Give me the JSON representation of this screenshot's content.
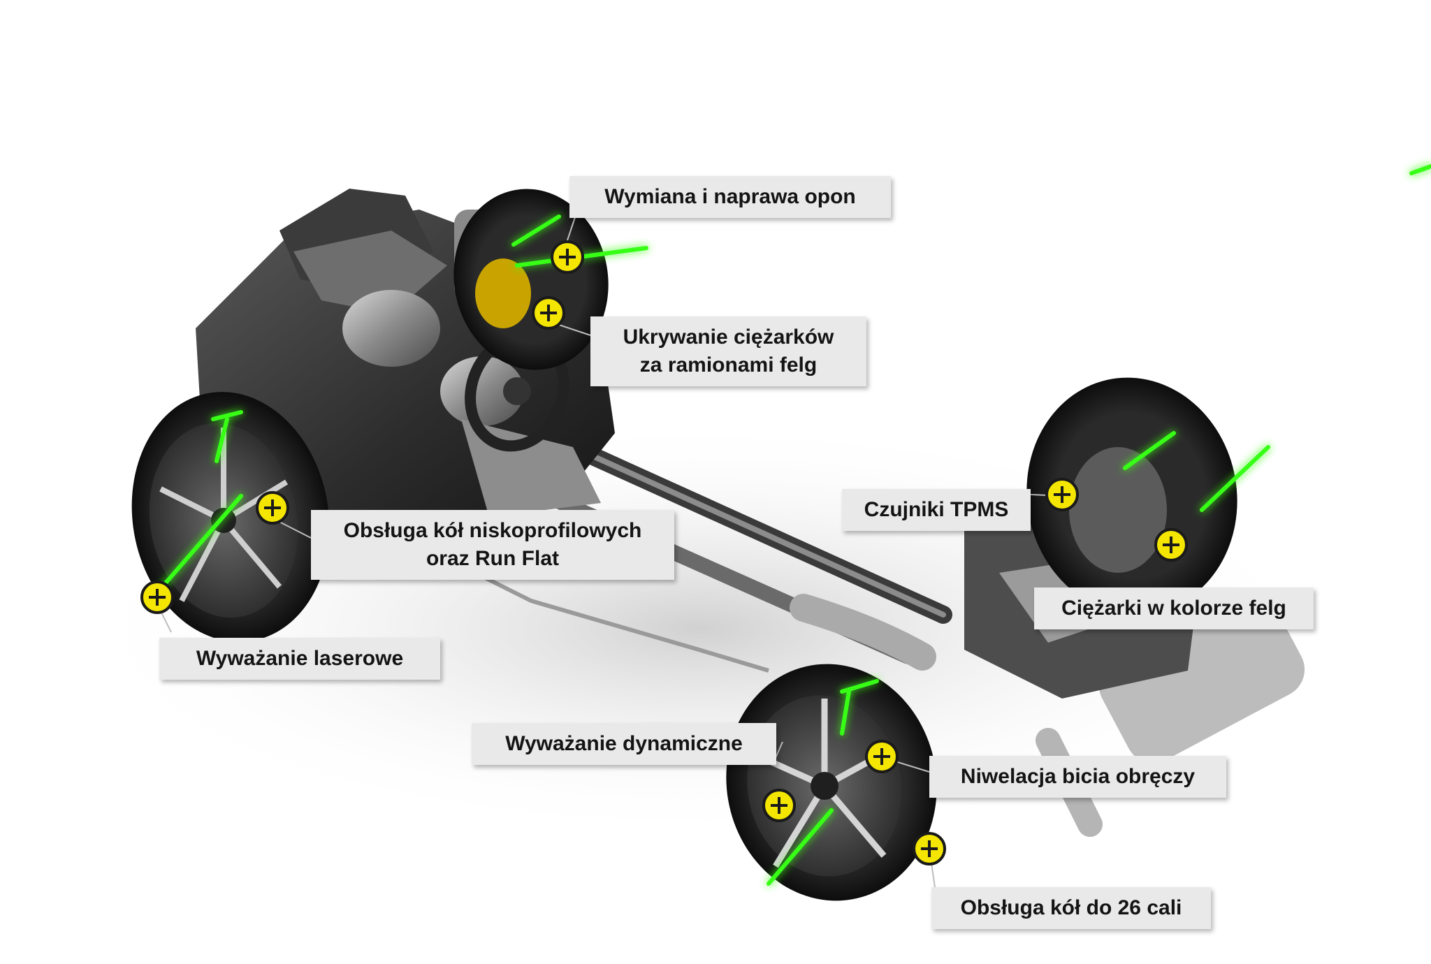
{
  "colors": {
    "hotspot_fill": "#f4e600",
    "hotspot_ring": "#1a1a1a",
    "laser_green": "#39ff14",
    "label_bg": "#e9e9e9"
  },
  "labels": {
    "tire_change": "Wymiana i naprawa opon",
    "hide_weights_line1": "Ukrywanie ciężarków",
    "hide_weights_line2": "za ramionami felg",
    "low_profile_line1": "Obsługa kół niskoprofilowych",
    "low_profile_line2": "oraz Run Flat",
    "laser_balancing": "Wyważanie laserowe",
    "tpms": "Czujniki TPMS",
    "colored_weights": "Ciężarki w kolorze felg",
    "dynamic_balancing": "Wyważanie dynamiczne",
    "runout_leveling": "Niwelacja bicia obręczy",
    "wheels_26": "Obsługa kół do 26 cali"
  },
  "icons": {
    "hotspot": "plus-circle-icon"
  }
}
